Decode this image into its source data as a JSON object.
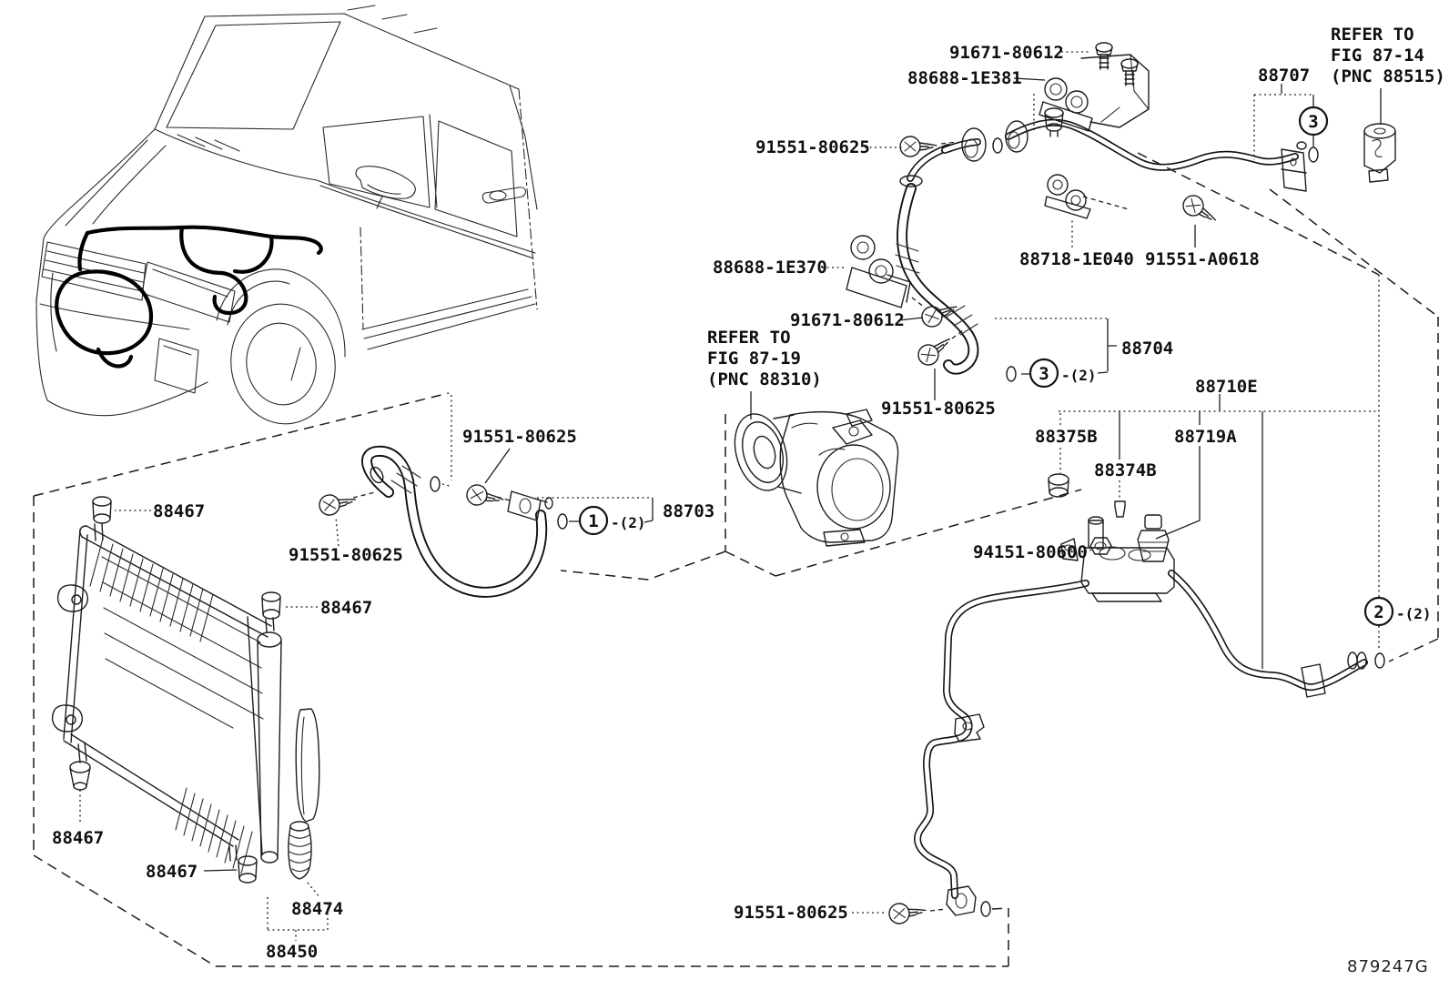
{
  "drawing": {
    "code": "879247G"
  },
  "part_numbers": {
    "screw_91671": "91671-80612",
    "clamp_1e381": "88688-1E381",
    "bolt_91551": "91551-80625",
    "pipe_88707": "88707",
    "clamp_1e040": "88718-1E040",
    "bolt_a0618": "91551-A0618",
    "clamp_1e370": "88688-1E370",
    "hose_88704": "88704",
    "pipe_88710e": "88710E",
    "grommet_88375b": "88375B",
    "valve_88374b": "88374B",
    "sensor_88719a": "88719A",
    "nut_94151": "94151-80600",
    "hose_88703": "88703",
    "grommet_88467": "88467",
    "drier_88474": "88474",
    "condenser_88450": "88450"
  },
  "figure_refs": {
    "r1": [
      "REFER TO",
      "FIG 87-14",
      "(PNC 88515)"
    ],
    "r2": [
      "REFER TO",
      "FIG 87-19",
      "(PNC 88310)"
    ]
  },
  "callouts": {
    "c1": {
      "num": "1",
      "qty": "-(2)"
    },
    "c2": {
      "num": "2",
      "qty": "-(2)"
    },
    "c3_pipe": {
      "num": "3",
      "qty": ""
    },
    "c3_hose": {
      "num": "3",
      "qty": "-(2)"
    }
  }
}
